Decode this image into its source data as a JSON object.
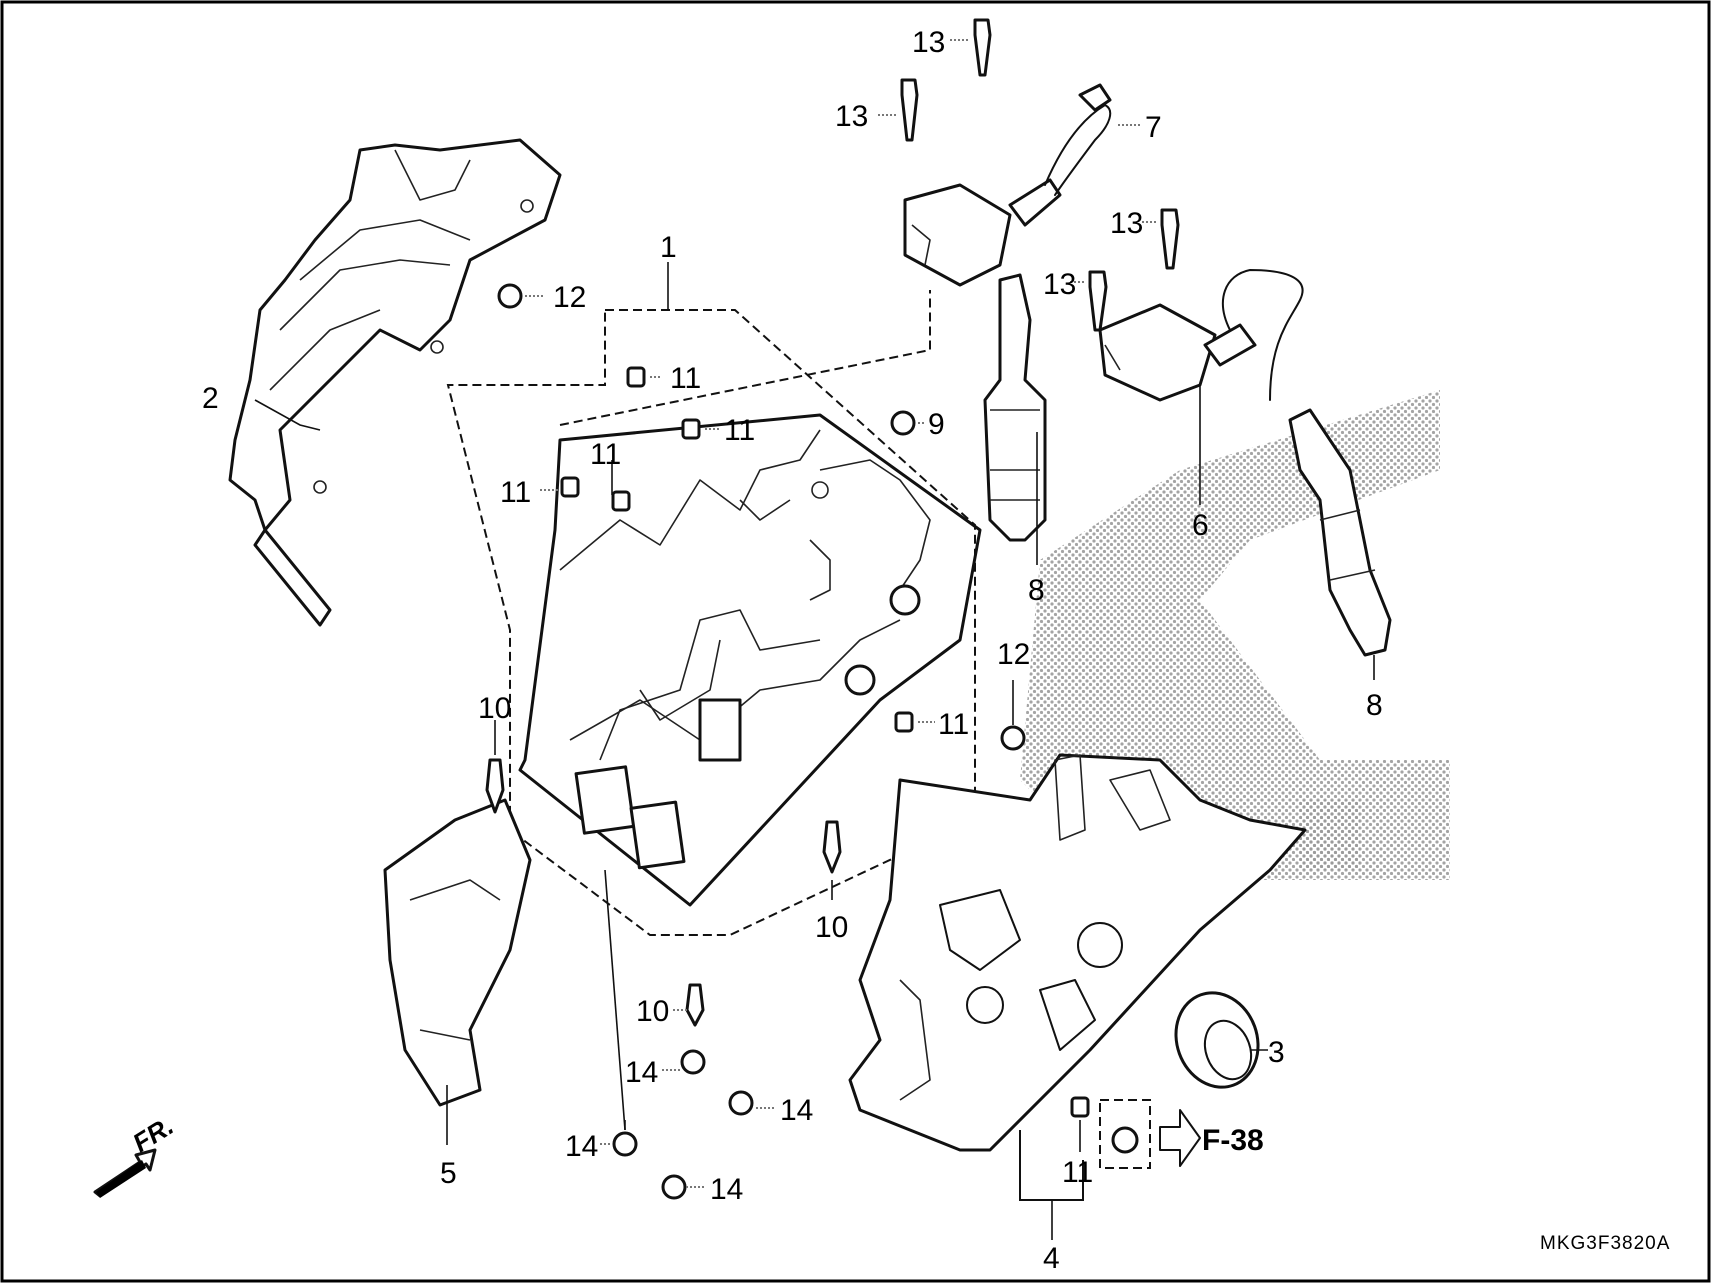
{
  "diagram": {
    "drawing_code": "MKG3F3820A",
    "front_direction_label": "FR.",
    "reference_label": "F-38",
    "watermark": "honda-logo-halftone",
    "callouts": {
      "c1": "1",
      "c2": "2",
      "c3": "3",
      "c4": "4",
      "c5": "5",
      "c6": "6",
      "c7": "7",
      "c8a": "8",
      "c8b": "8",
      "c9": "9",
      "c10a": "10",
      "c10b": "10",
      "c10c": "10",
      "c11a": "11",
      "c11b": "11",
      "c11c": "11",
      "c11d": "11",
      "c11e": "11",
      "c11f": "11",
      "c12a": "12",
      "c12b": "12",
      "c13a": "13",
      "c13b": "13",
      "c13c": "13",
      "c13d": "13",
      "c14a": "14",
      "c14b": "14",
      "c14c": "14",
      "c14d": "14"
    }
  }
}
